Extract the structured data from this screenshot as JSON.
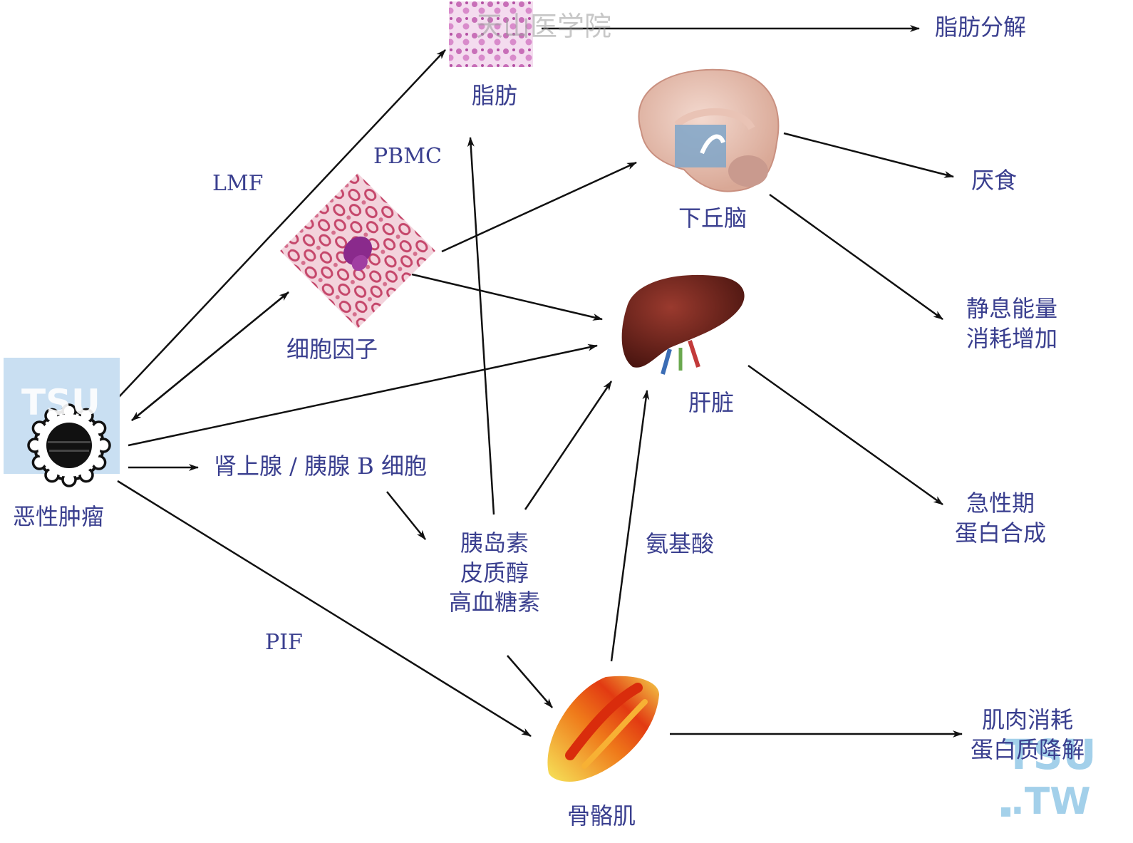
{
  "labels": {
    "fat": "脂肪",
    "lipolysis": "脂肪分解",
    "pbmc": "PBMC",
    "lmf": "LMF",
    "cytokines": "细胞因子",
    "hypothalamus": "下丘脑",
    "anorexia": "厌食",
    "resting_energy_1": "静息能量",
    "resting_energy_2": "消耗增加",
    "liver": "肝脏",
    "acute_phase_1": "急性期",
    "acute_phase_2": "蛋白合成",
    "tumor": "恶性肿瘤",
    "adrenal_pancreas": "肾上腺 / 胰腺 B 细胞",
    "hormone_1": "胰岛素",
    "hormone_2": "皮质醇",
    "hormone_3": "高血糖素",
    "amino_acids": "氨基酸",
    "pif": "PIF",
    "muscle": "骨骼肌",
    "muscle_loss_1": "肌肉消耗",
    "muscle_loss_2": "蛋白质降解"
  },
  "watermarks": {
    "top": "天山医学院",
    "tsu": "TSU",
    "tw": ".TW"
  },
  "colors": {
    "label": "#3a3f8f",
    "arrow": "#111111",
    "watermark_box": "#c9dff2"
  }
}
